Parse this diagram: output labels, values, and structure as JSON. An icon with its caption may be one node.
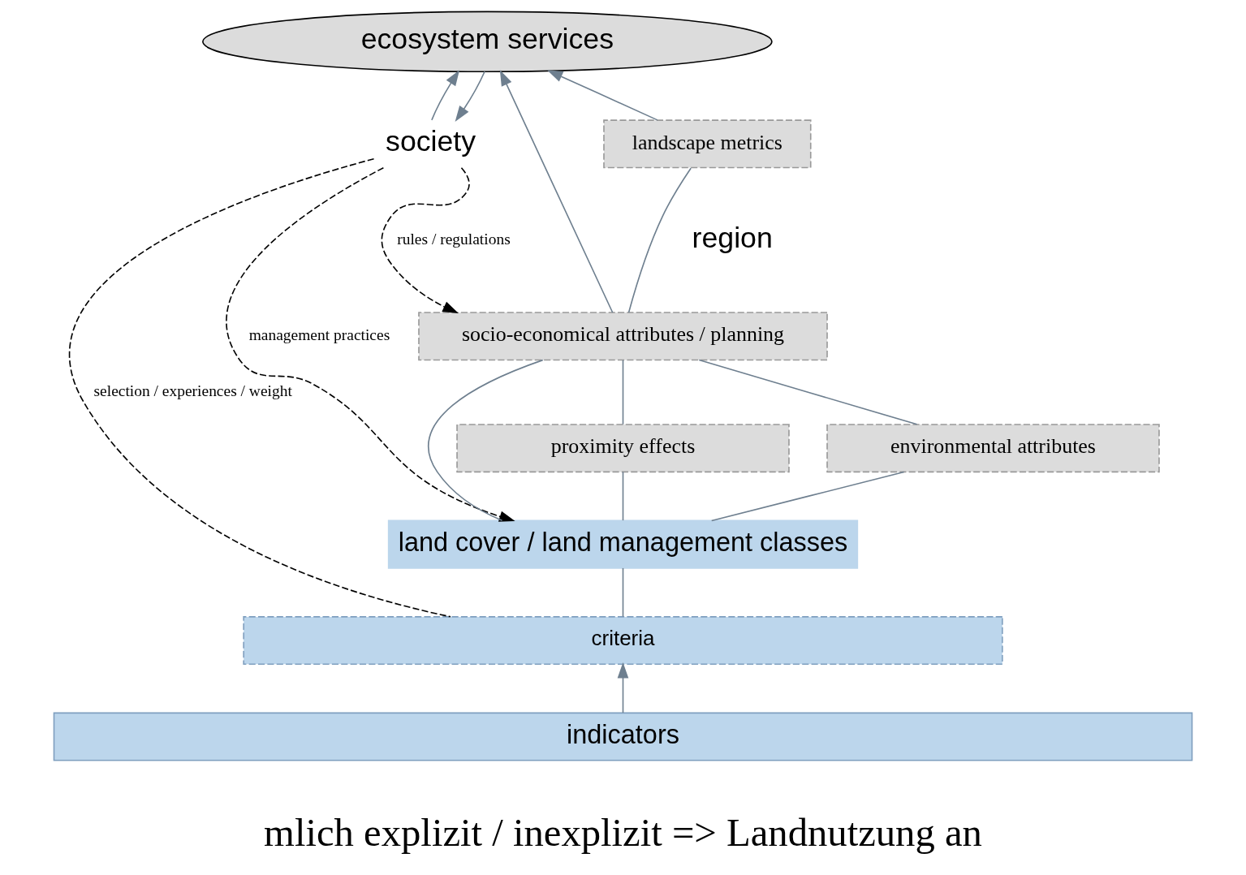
{
  "diagram": {
    "nodes": [
      {
        "text": [
          "society"
        ]
      },
      {
        "text": [
          "ecosystem services"
        ]
      },
      {
        "text": [
          "landscape metrics"
        ]
      },
      {
        "text": [
          "socio-economical attributes / planning"
        ]
      },
      {
        "text": [
          "proximity effects"
        ]
      },
      {
        "text": [
          "environmental attributes"
        ]
      },
      {
        "text": [
          "land cover / land management classes"
        ]
      },
      {
        "text": [
          "criteria"
        ]
      },
      {
        "text": [
          "indicators"
        ]
      }
    ],
    "edges": [
      {
        "from": 1,
        "to": 0,
        "arrow": "to"
      },
      {
        "from": 0,
        "to": 1,
        "arrow": "to"
      },
      {
        "from": 2,
        "to": 1,
        "arrow": "to"
      },
      {
        "from": 3,
        "to": 2,
        "arrow": "none"
      },
      {
        "from": 3,
        "to": 1,
        "arrow": "to"
      },
      {
        "from": 4,
        "to": 3,
        "arrow": "none"
      },
      {
        "from": 5,
        "to": 3,
        "arrow": "none"
      },
      {
        "from": 6,
        "to": 4,
        "arrow": "none"
      },
      {
        "from": 6,
        "to": 5,
        "arrow": "none"
      },
      {
        "from": 6,
        "to": 3,
        "arrow": "none"
      },
      {
        "from": 7,
        "to": 6,
        "arrow": "none"
      },
      {
        "from": 8,
        "to": 7,
        "arrow": "to"
      },
      {
        "from": 0,
        "to": 3,
        "arrow": "to",
        "style": "dashed",
        "color": "#000000",
        "label": "rules / regulations"
      },
      {
        "from": 0,
        "to": 6,
        "arrow": "to",
        "style": "dashed",
        "color": "#000000",
        "label": "management practices"
      },
      {
        "from": 0,
        "to": 7,
        "arrow": "none",
        "style": "dashed",
        "color": "#000000",
        "label": "selection / experiences / weight"
      }
    ],
    "labels": [
      "region",
      "mlich explizit / inexplizit => Landnutzung an"
    ]
  }
}
